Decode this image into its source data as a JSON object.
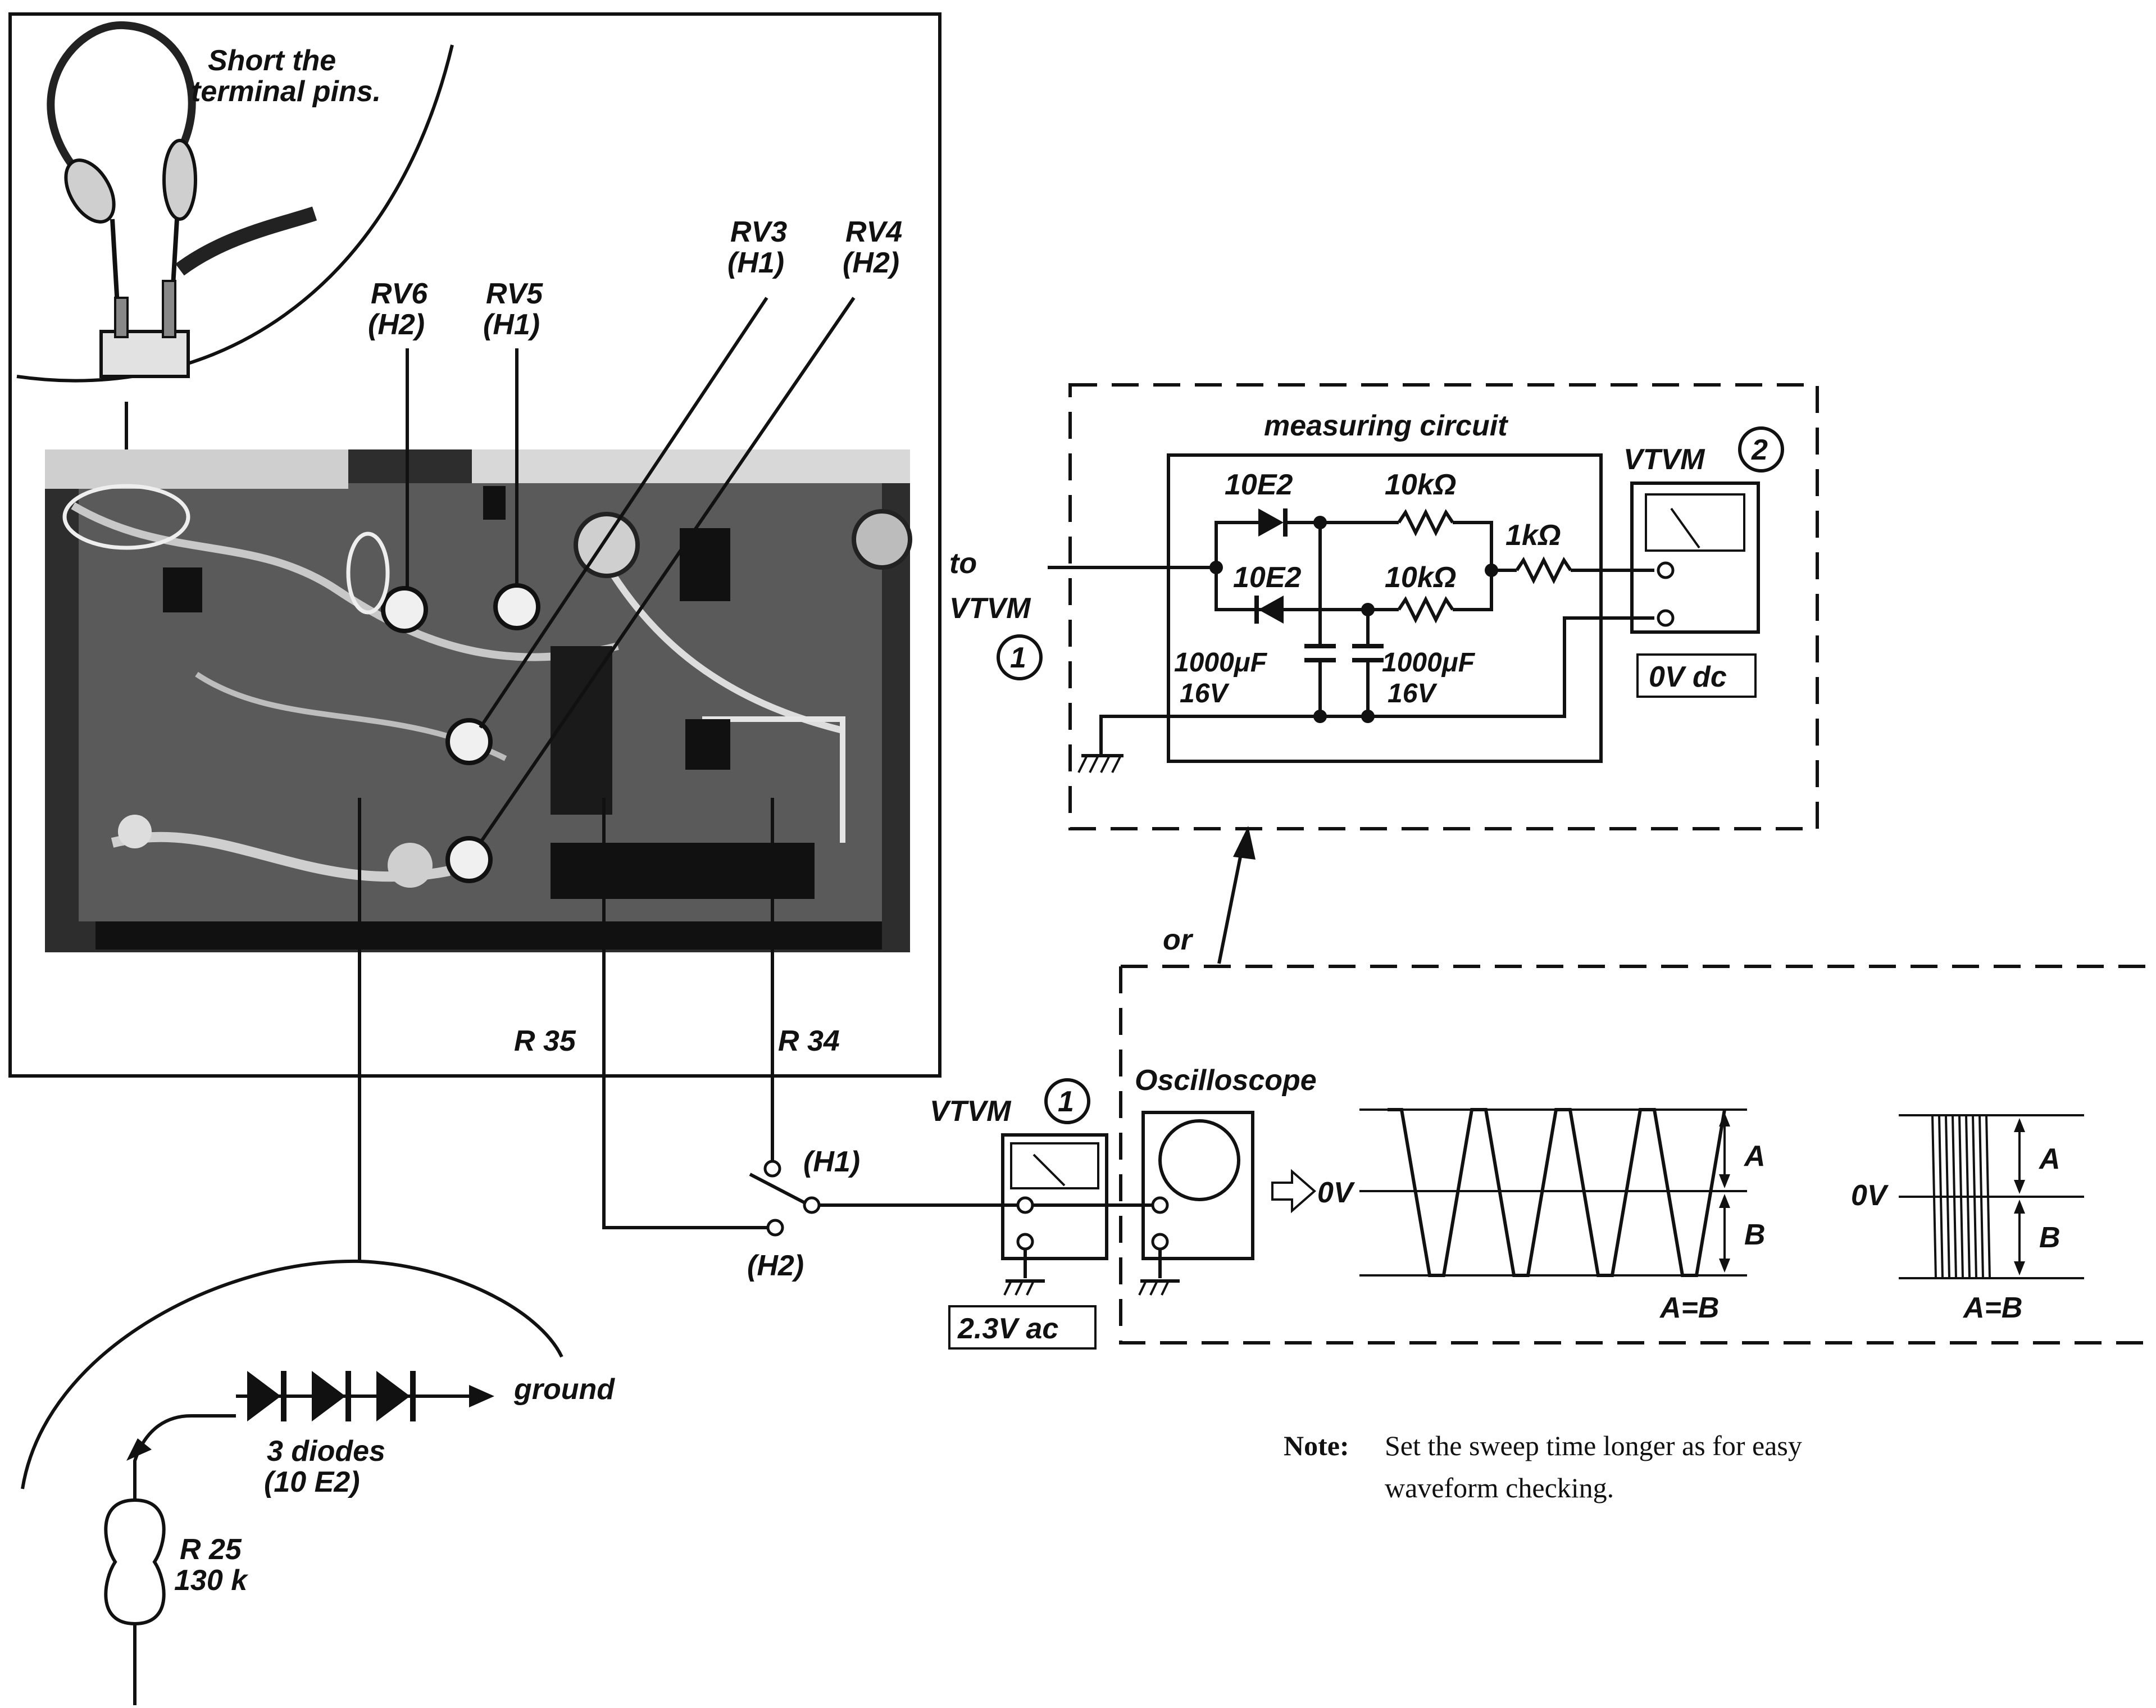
{
  "callouts": {
    "short_pins": [
      "Short the",
      "terminal pins."
    ],
    "rv6": [
      "RV6",
      "(H2)"
    ],
    "rv5": [
      "RV5",
      "(H1)"
    ],
    "rv3": [
      "RV3",
      "(H1)"
    ],
    "rv4": [
      "RV4",
      "(H2)"
    ],
    "r35": "R 35",
    "r34": "R 34",
    "sw_h1": "(H1)",
    "sw_h2": "(H2)"
  },
  "measuring_circuit": {
    "title": "measuring circuit",
    "diode_top": "10E2",
    "diode_bottom": "10E2",
    "res_top": "10kΩ",
    "res_bottom": "10kΩ",
    "res_out": "1kΩ",
    "cap_left": [
      "1000μF",
      "16V"
    ],
    "cap_right": [
      "1000μF",
      "16V"
    ],
    "input_label": [
      "to",
      "VTVM"
    ],
    "input_num": "1",
    "vtvm2_label": "VTVM",
    "vtvm2_num": "2",
    "vtvm2_reading": "0V dc"
  },
  "connector_or": "or",
  "lower": {
    "vtvm1_label": "VTVM",
    "vtvm1_num": "1",
    "vtvm1_reading": "2.3V ac",
    "scope_label": "Oscilloscope",
    "zero_v_1": "0V",
    "zero_v_2": "0V",
    "a_1": "A",
    "b_1": "B",
    "eq_1": "A=B",
    "a_2": "A",
    "b_2": "B",
    "eq_2": "A=B"
  },
  "detail": {
    "diodes": [
      "3 diodes",
      "(10 E2)"
    ],
    "ground": "ground",
    "r25": [
      "R 25",
      "130 k"
    ]
  },
  "note": {
    "label": "Note:",
    "line1": "Set the sweep time longer as for easy",
    "line2": "waveform checking."
  }
}
